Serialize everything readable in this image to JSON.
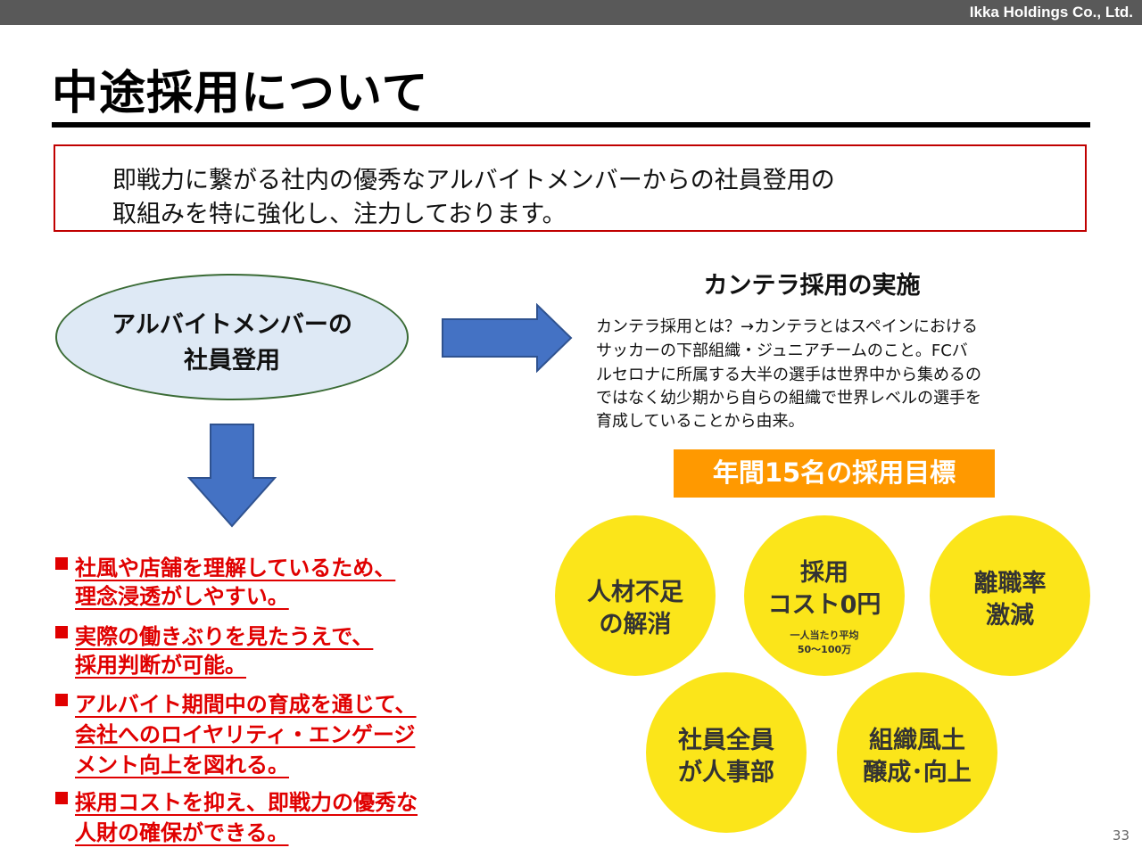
{
  "header": {
    "company": "Ikka Holdings Co., Ltd."
  },
  "title": "中途採用について",
  "intro": {
    "lines": [
      "即戦力に繋がる社内の優秀なアルバイトメンバーからの社員登用の",
      "取組みを特に強化し、注力しております。"
    ]
  },
  "ellipse": {
    "lines": [
      "アルバイトメンバーの",
      "社員登用"
    ]
  },
  "cantera": {
    "title": "カンテラ採用の実施",
    "desc_lines": [
      "カンテラ採用とは？→カンテラとはスペインにおける",
      "サッカーの下部組織・ジュニアチームのこと。FCバ",
      "ルセロナに所属する大半の選手は世界中から集めるの",
      "ではなく幼少期から自らの組織で世界レベルの選手を",
      "育成していることから由来。"
    ]
  },
  "target": {
    "label": "年間15名の採用目標"
  },
  "circles": [
    {
      "lines": [
        "人材不足",
        "の解消"
      ]
    },
    {
      "lines": [
        "採用",
        "コスト0円"
      ],
      "notes": [
        "一人当たり平均",
        "50～100万"
      ]
    },
    {
      "lines": [
        "離職率",
        "激減"
      ]
    },
    {
      "lines": [
        "社員全員",
        "が人事部"
      ]
    },
    {
      "lines": [
        "組織風土",
        "醸成･向上"
      ]
    }
  ],
  "bullets": [
    {
      "lines": [
        "社風や店舗を理解しているため、",
        "理念浸透がしやすい。"
      ]
    },
    {
      "lines": [
        "実際の働きぶりを見たうえで、",
        "採用判断が可能。"
      ]
    },
    {
      "lines": [
        "アルバイト期間中の育成を通じて、",
        "会社へのロイヤリティ・エンゲージ",
        "メント向上を図れる。"
      ]
    },
    {
      "lines": [
        "採用コストを抑え、即戦力の優秀な",
        "人財の確保ができる。"
      ]
    }
  ],
  "page_number": "33",
  "colors": {
    "header_bar": "#595959",
    "accent_red": "#e00000",
    "box_border": "#c00000",
    "ellipse_fill": "#dee9f5",
    "ellipse_border": "#3a6b35",
    "arrow_fill": "#4472c4",
    "target_fill": "#ff9900",
    "circle_fill": "#fbe51a"
  }
}
